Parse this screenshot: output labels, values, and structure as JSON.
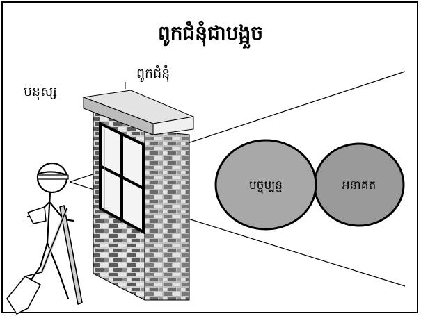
{
  "title": "ពូកជំនុំជាបង្អួច",
  "labels": {
    "person": "មនុស្ស",
    "wall": "ពូកជំនុំ"
  },
  "circles": [
    {
      "text": "បច្ចុប្បន្ន"
    },
    {
      "text": "អនាគត"
    }
  ],
  "colors": {
    "circle_fill": "#a8a8a8",
    "brick_dark": "#5a5a5a",
    "brick_light": "#cfcfcf",
    "wall_top": "#d9d9d9"
  }
}
